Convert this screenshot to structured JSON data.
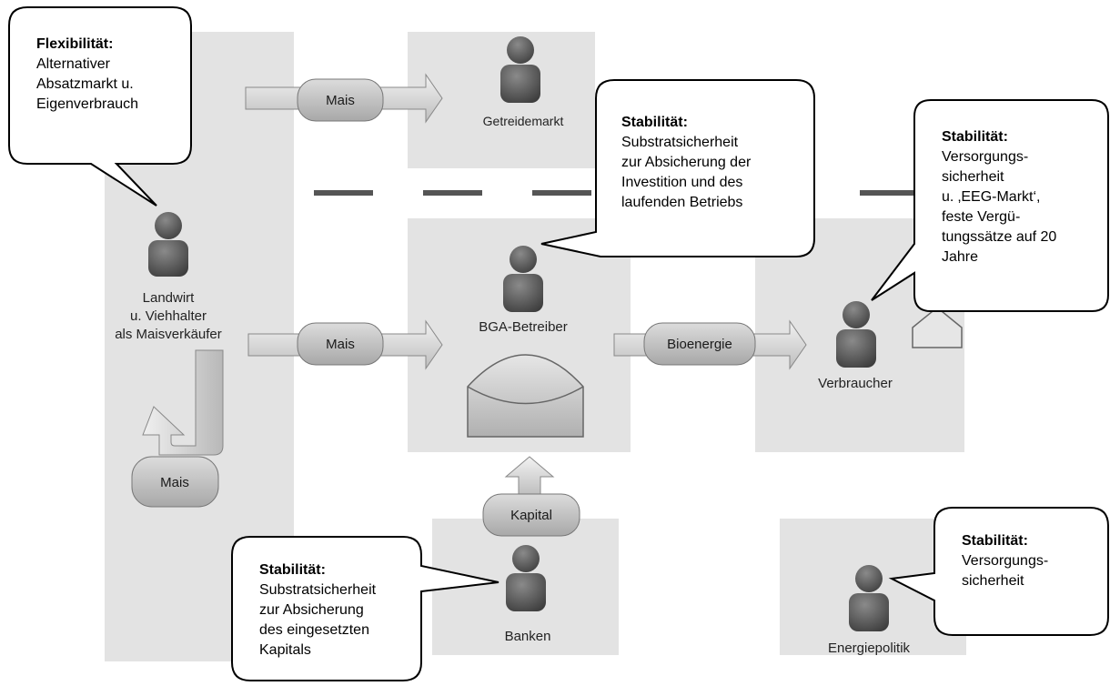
{
  "actors": {
    "farmer": "Landwirt\nu. Viehhalter\nals Maisverkäufer",
    "grain_market": "Getreidemarkt",
    "operator": "BGA-Betreiber",
    "consumer": "Verbraucher",
    "banks": "Banken",
    "energy_policy": "Energiepolitik"
  },
  "flows": {
    "mais_top": "Mais",
    "mais_mid": "Mais",
    "mais_loop": "Mais",
    "bioenergie": "Bioenergie",
    "kapital": "Kapital"
  },
  "bubbles": {
    "farmer": {
      "title": "Flexibilität:",
      "body": "Alternativer\nAbsatzmarkt u.\nEigenverbrauch"
    },
    "operator": {
      "title": "Stabilität:",
      "body": "Substratsicherheit\nzur Absicherung der\nInvestition und des\nlaufenden Betriebs"
    },
    "consumer": {
      "title": "Stabilität:",
      "body": "Versorgungs-\nsicherheit\nu. ‚EEG-Markt‘,\nfeste Vergü-\ntungssätze auf 20\nJahre"
    },
    "banks": {
      "title": "Stabilität:",
      "body": "Substratsicherheit\nzur Absicherung\ndes eingesetzten\nKapitals"
    },
    "energy_policy": {
      "title": "Stabilität:",
      "body": "Versorgungs-\nsicherheit"
    }
  },
  "colors": {
    "panel": "#e3e3e3",
    "person": "#555555",
    "arrow": "#cfcfcf",
    "pill": "#bdbdbd",
    "divider": "#555555"
  }
}
